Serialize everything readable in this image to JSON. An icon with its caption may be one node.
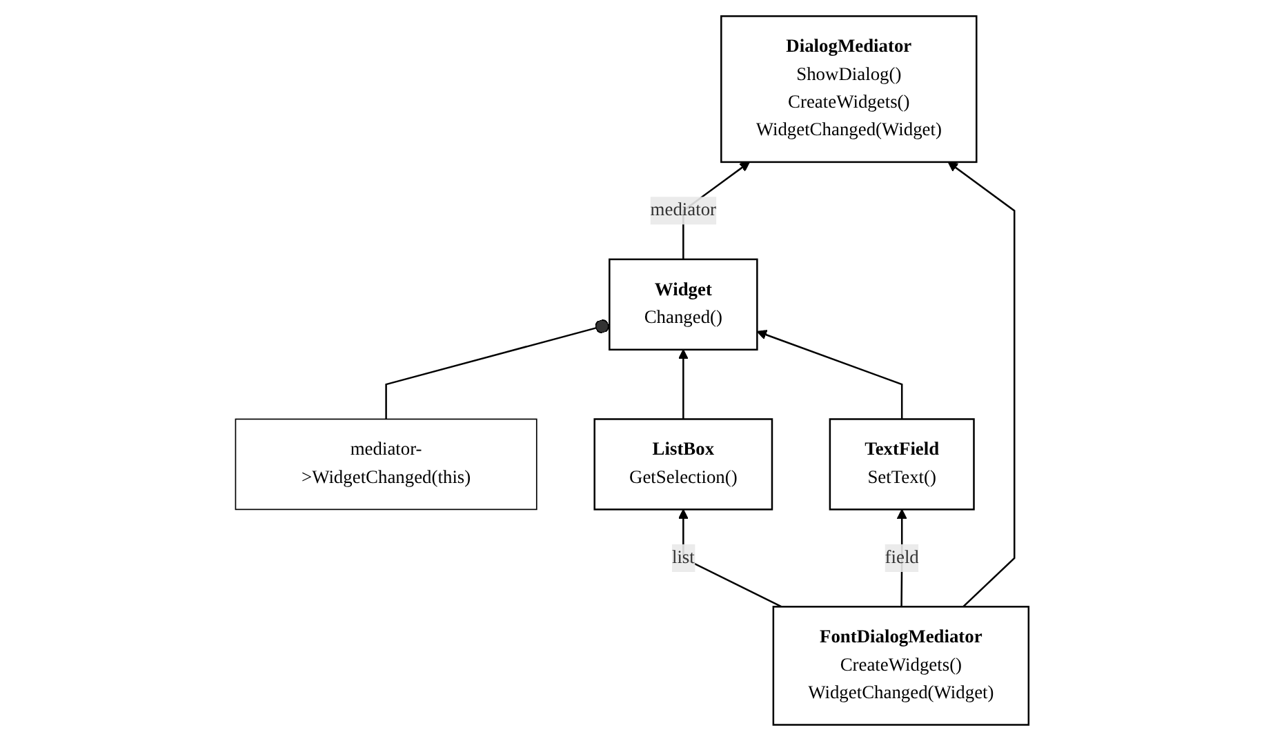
{
  "diagram": {
    "nodes": [
      {
        "text": [
          "DialogMediator",
          "ShowDialog()",
          "CreateWidgets()",
          "WidgetChanged(Widget)"
        ]
      },
      {
        "text": [
          "mediator->WidgetChanged(this)"
        ]
      },
      {
        "text": [
          "Widget",
          "Changed()"
        ]
      },
      {
        "text": [
          "FontDialogMediator",
          "CreateWidgets()",
          "WidgetChanged(Widget)"
        ]
      },
      {
        "text": [
          "ListBox",
          "GetSelection()"
        ]
      },
      {
        "text": [
          "TextField",
          "SetText()"
        ]
      }
    ],
    "edges": [
      {
        "from": 1,
        "to": 2,
        "arrow": "other"
      },
      {
        "from": 2,
        "to": 0,
        "arrow": "to",
        "label": "mediator"
      },
      {
        "from": 3,
        "to": 0,
        "arrow": "to"
      },
      {
        "from": 4,
        "to": 2,
        "arrow": "to"
      },
      {
        "from": 5,
        "to": 2,
        "arrow": "to"
      },
      {
        "from": 3,
        "to": 4,
        "arrow": "to",
        "label": "list"
      },
      {
        "from": 3,
        "to": 5,
        "arrow": "to",
        "label": "field"
      }
    ]
  }
}
